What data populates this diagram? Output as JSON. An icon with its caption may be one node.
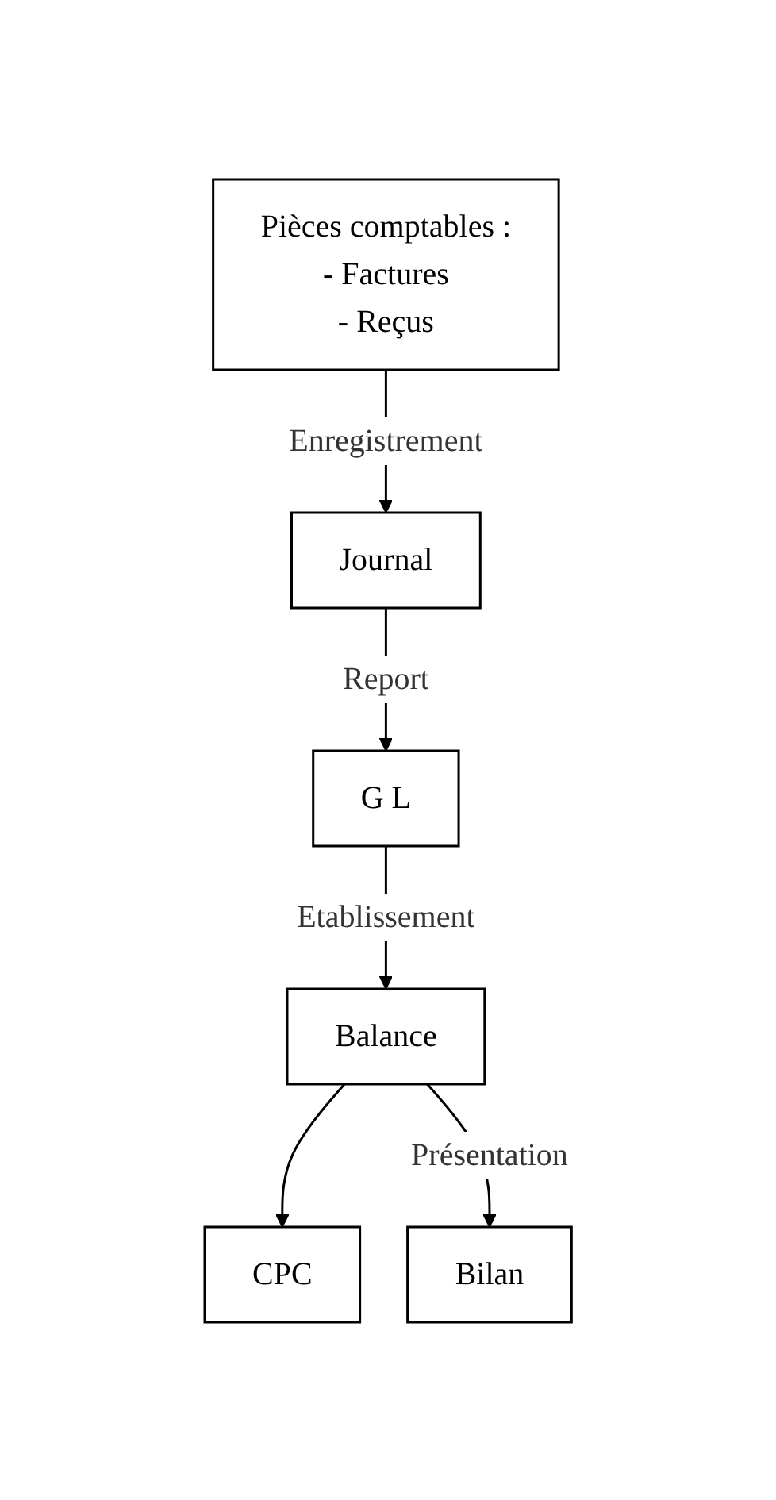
{
  "diagram": {
    "nodes": [
      {
        "text": [
          "Pièces comptables :",
          "- Factures",
          "- Reçus"
        ]
      },
      {
        "text": [
          "Journal"
        ]
      },
      {
        "text": [
          "G L"
        ]
      },
      {
        "text": [
          "Balance"
        ]
      },
      {
        "text": [
          "CPC"
        ]
      },
      {
        "text": [
          "Bilan"
        ]
      }
    ],
    "edges": [
      {
        "from": 0,
        "to": 1,
        "arrow": "to",
        "label": "Enregistrement"
      },
      {
        "from": 1,
        "to": 2,
        "arrow": "to",
        "label": "Report"
      },
      {
        "from": 2,
        "to": 3,
        "arrow": "to",
        "label": "Etablissement"
      },
      {
        "from": 3,
        "to": 4,
        "arrow": "to"
      },
      {
        "from": 3,
        "to": 5,
        "arrow": "to",
        "label": "Présentation"
      }
    ]
  }
}
